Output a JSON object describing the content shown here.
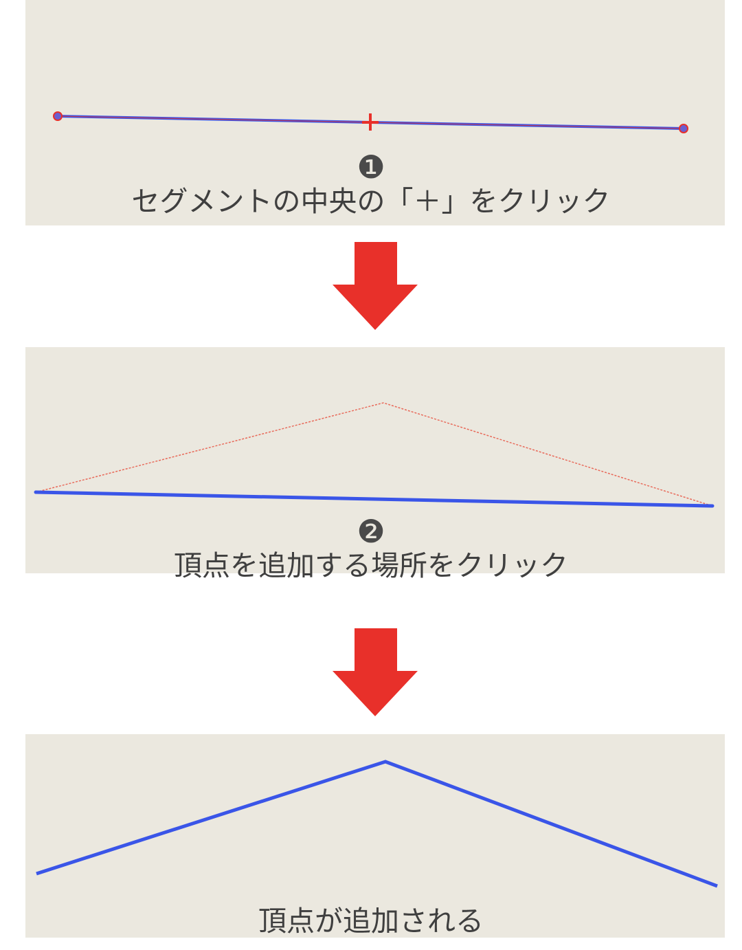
{
  "colors": {
    "panel_bg": "#ebe8df",
    "line_blue": "#3a55e8",
    "accent_red": "#e8302a",
    "text": "#3f3f3f"
  },
  "icons": {
    "arrow": "down-arrow-icon",
    "midpoint": "plus-icon",
    "vertex": "vertex-handle-icon"
  },
  "steps": [
    {
      "number": "❶",
      "caption": "セグメントの中央の「＋」をクリック"
    },
    {
      "number": "❷",
      "caption": "頂点を追加する場所をクリック"
    },
    {
      "number": "",
      "caption": "頂点が追加される"
    }
  ]
}
